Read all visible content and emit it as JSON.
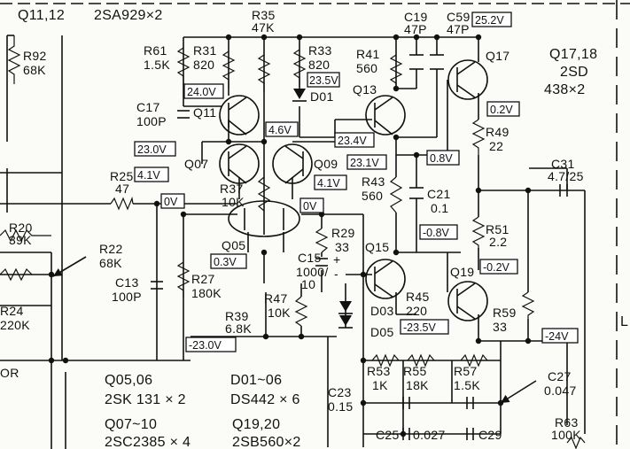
{
  "header": {
    "q_label": "Q11,12",
    "q_part": "2SA929×2"
  },
  "labels": {
    "r35": "R35",
    "r35v": "47K",
    "r61": "R61",
    "r61v": "1.5K",
    "r31": "R31",
    "r31v": "820",
    "r33": "R33",
    "r33v": "820",
    "r41": "R41",
    "r41v": "560",
    "c19": "C19",
    "c19v": "47P",
    "c59": "C59",
    "c59v": "47P",
    "r92": "R92",
    "r92v": "68K",
    "q11": "Q11",
    "q13": "Q13",
    "q17": "Q17",
    "d01": "D01",
    "c17": "C17",
    "c17v": "100P",
    "r49": "R49",
    "r49v": "22",
    "q07": "Q07",
    "q09": "Q09",
    "q1718": "Q17,18",
    "q1718p": "2SD",
    "q1718n": "438×2",
    "r25": "R25",
    "r25v": "47",
    "r37": "R37",
    "r37v": "10K",
    "r43": "R43",
    "r43v": "560",
    "c21": "C21",
    "c21v": "0.1",
    "c31": "C31",
    "c31v": "4.7/25",
    "r20": "R20",
    "r20v": "39K",
    "r22": "R22",
    "r22v": "68K",
    "r24": "R24",
    "r24v": "220K",
    "r29": "R29",
    "r29v": "33",
    "r51": "R51",
    "r51v": "2.2",
    "q05": "Q05",
    "q15": "Q15",
    "q19": "Q19",
    "c13": "C13",
    "c13v": "100P",
    "r27": "R27",
    "r27v": "180K",
    "c15": "C15",
    "c15v": "1000/",
    "c15v2": "10",
    "r45": "R45",
    "r45v": "220",
    "r47": "R47",
    "r47v": "10K",
    "r39": "R39",
    "r39v": "6.8K",
    "d03": "D03",
    "d05": "D05",
    "r59": "R59",
    "r59v": "33",
    "or": "OR",
    "r53": "R53",
    "r53v": "1K",
    "r55": "R55",
    "r55v": "18K",
    "r57": "R57",
    "r57v": "1.5K",
    "c27": "C27",
    "c27v": "0.047",
    "c23": "C23",
    "c23v": "0.15",
    "c25": "C25",
    "c25v": "0.027",
    "c29": "C29",
    "r63": "R63",
    "r63v": "100K",
    "edge_l": "L",
    "plus": "+",
    "minus": "-"
  },
  "voltages": {
    "v252": "25.2V",
    "v240": "24.0V",
    "v235": "23.5V",
    "v46": "4.6V",
    "v234": "23.4V",
    "v02": "0.2V",
    "v230": "23.0V",
    "v231": "23.1V",
    "v08": "0.8V",
    "v41a": "4.1V",
    "v41b": "4.1V",
    "v0a": "0V",
    "v0b": "0V",
    "vm08": "-0.8V",
    "v03": "0.3V",
    "vm02": "-0.2V",
    "vm235": "-23.5V",
    "vm230": "-23.0V",
    "vm24": "-24V"
  },
  "legend": {
    "q0506": "Q05,06",
    "q0506p": "2SK 131 × 2",
    "d0106": "D01~06",
    "d0106p": "DS442 × 6",
    "q0710": "Q07~10",
    "q0710p": "2SC2385 × 4",
    "q1920": "Q19,20",
    "q1920p": "2SB560×2"
  }
}
